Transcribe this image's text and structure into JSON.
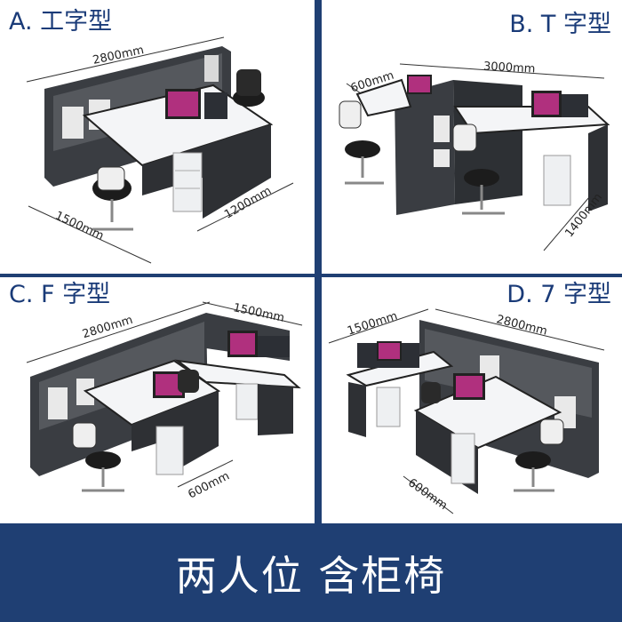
{
  "panels": {
    "a": {
      "title": "A. 工字型",
      "dims": [
        "2800mm",
        "1500mm",
        "1200mm"
      ]
    },
    "b": {
      "title": "B. T 字型",
      "dims": [
        "600mm",
        "3000mm",
        "1400mm"
      ]
    },
    "c": {
      "title": "C. F 字型",
      "dims": [
        "2800mm",
        "1500mm",
        "600mm"
      ]
    },
    "d": {
      "title": "D. 7 字型",
      "dims": [
        "1500mm",
        "2800mm",
        "600mm"
      ]
    }
  },
  "footer": {
    "text": "两人位 含柜椅"
  },
  "colors": {
    "navy": "#1f3f73",
    "cabinet_dark": "#3a3d42",
    "desk_white": "#f4f5f7",
    "screen_magenta": "#b0307e"
  }
}
